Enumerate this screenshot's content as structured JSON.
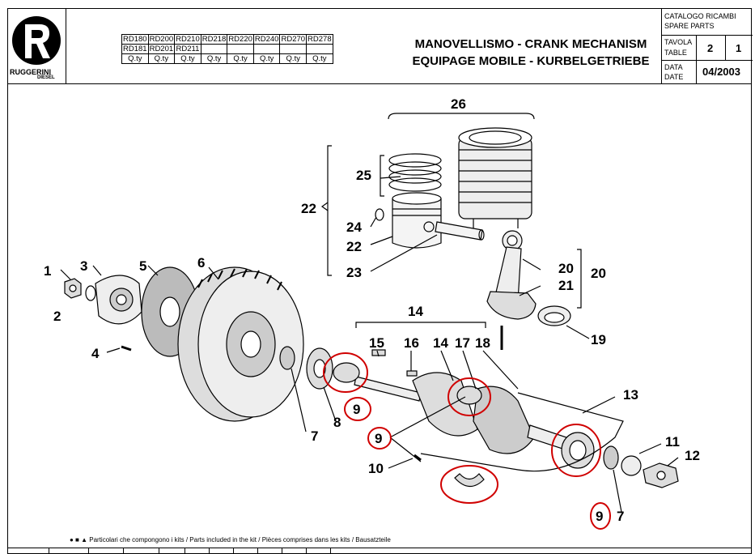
{
  "header": {
    "logo_text": "RUGGERINI",
    "logo_sub": "DIESEL",
    "title_line1": "MANOVELLISMO - CRANK MECHANISM",
    "title_line2": "EQUIPAGE MOBILE - KURBELGETRIEBE"
  },
  "models_table": {
    "row1": [
      "RD180",
      "RD200",
      "RD210",
      "RD218",
      "RD220",
      "RD240",
      "RD270",
      "RD278"
    ],
    "row2": [
      "RD181",
      "RD201",
      "RD211",
      "",
      "",
      "",
      "",
      ""
    ],
    "row3": [
      "Q.ty",
      "Q.ty",
      "Q.ty",
      "Q.ty",
      "Q.ty",
      "Q.ty",
      "Q.ty",
      "Q.ty"
    ]
  },
  "catalog_box": {
    "catalog_label1": "CATALOGO RICAMBI",
    "catalog_label2": "SPARE PARTS",
    "tavola_label1": "TAVOLA",
    "tavola_label2": "TABLE",
    "table_num1": "2",
    "table_num2": "1",
    "data_label1": "DATA",
    "data_label2": "DATE",
    "date_value": "04/2003"
  },
  "footer": {
    "note": "● ■ ▲ Particolari che compongono i kits / Parts included in the kit / Pièces comprises dans les kits / Bausatzteile"
  },
  "callouts": {
    "c1": "1",
    "c2": "2",
    "c3": "3",
    "c4": "4",
    "c5": "5",
    "c6": "6",
    "c7a": "7",
    "c7b": "7",
    "c8": "8",
    "c9a": "9",
    "c9b": "9",
    "c9c": "9",
    "c10": "10",
    "c11": "11",
    "c12": "12",
    "c13": "13",
    "c14a": "14",
    "c14b": "14",
    "c15": "15",
    "c16": "16",
    "c17": "17",
    "c18": "18",
    "c19": "19",
    "c20a": "20",
    "c20b": "20",
    "c21": "21",
    "c22a": "22",
    "c22b": "22",
    "c23": "23",
    "c24": "24",
    "c25": "25",
    "c26": "26"
  },
  "colors": {
    "highlight": "#d00000",
    "line": "#000000"
  }
}
